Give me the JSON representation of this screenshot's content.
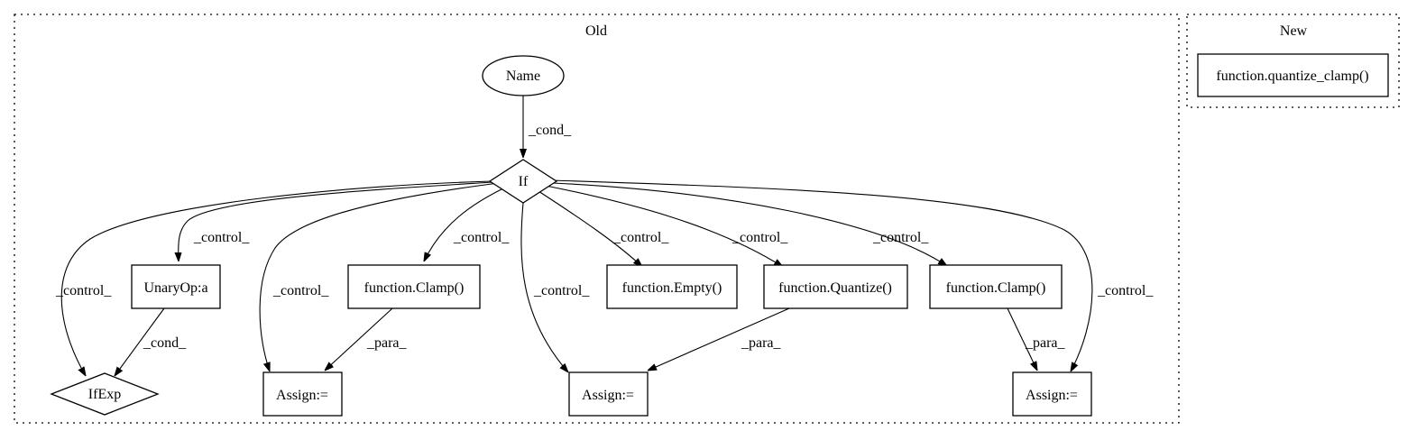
{
  "clusters": {
    "old": {
      "label": "Old"
    },
    "new": {
      "label": "New"
    }
  },
  "nodes": {
    "name": {
      "label": "Name",
      "shape": "ellipse"
    },
    "if": {
      "label": "If",
      "shape": "diamond"
    },
    "unaryop": {
      "label": "UnaryOp:a",
      "shape": "box"
    },
    "ifexp": {
      "label": "IfExp",
      "shape": "diamond"
    },
    "clamp1": {
      "label": "function.Clamp()",
      "shape": "box"
    },
    "empty": {
      "label": "function.Empty()",
      "shape": "box"
    },
    "quantize": {
      "label": "function.Quantize()",
      "shape": "box"
    },
    "clamp2": {
      "label": "function.Clamp()",
      "shape": "box"
    },
    "assign1": {
      "label": "Assign:=",
      "shape": "box"
    },
    "assign2": {
      "label": "Assign:=",
      "shape": "box"
    },
    "assign3": {
      "label": "Assign:=",
      "shape": "box"
    },
    "quantize_clamp": {
      "label": "function.quantize_clamp()",
      "shape": "box"
    }
  },
  "edges": [
    {
      "from": "name",
      "to": "if",
      "label": "_cond_"
    },
    {
      "from": "if",
      "to": "ifexp",
      "label": "_control_"
    },
    {
      "from": "if",
      "to": "unaryop",
      "label": "_control_"
    },
    {
      "from": "if",
      "to": "assign1",
      "label": "_control_"
    },
    {
      "from": "if",
      "to": "clamp1",
      "label": "_control_"
    },
    {
      "from": "if",
      "to": "assign2",
      "label": "_control_"
    },
    {
      "from": "if",
      "to": "empty",
      "label": "_control_"
    },
    {
      "from": "if",
      "to": "quantize",
      "label": "_control_"
    },
    {
      "from": "if",
      "to": "clamp2",
      "label": "_control_"
    },
    {
      "from": "if",
      "to": "assign3",
      "label": "_control_"
    },
    {
      "from": "unaryop",
      "to": "ifexp",
      "label": "_cond_"
    },
    {
      "from": "clamp1",
      "to": "assign1",
      "label": "_para_"
    },
    {
      "from": "quantize",
      "to": "assign2",
      "label": "_para_"
    },
    {
      "from": "clamp2",
      "to": "assign3",
      "label": "_para_"
    }
  ]
}
